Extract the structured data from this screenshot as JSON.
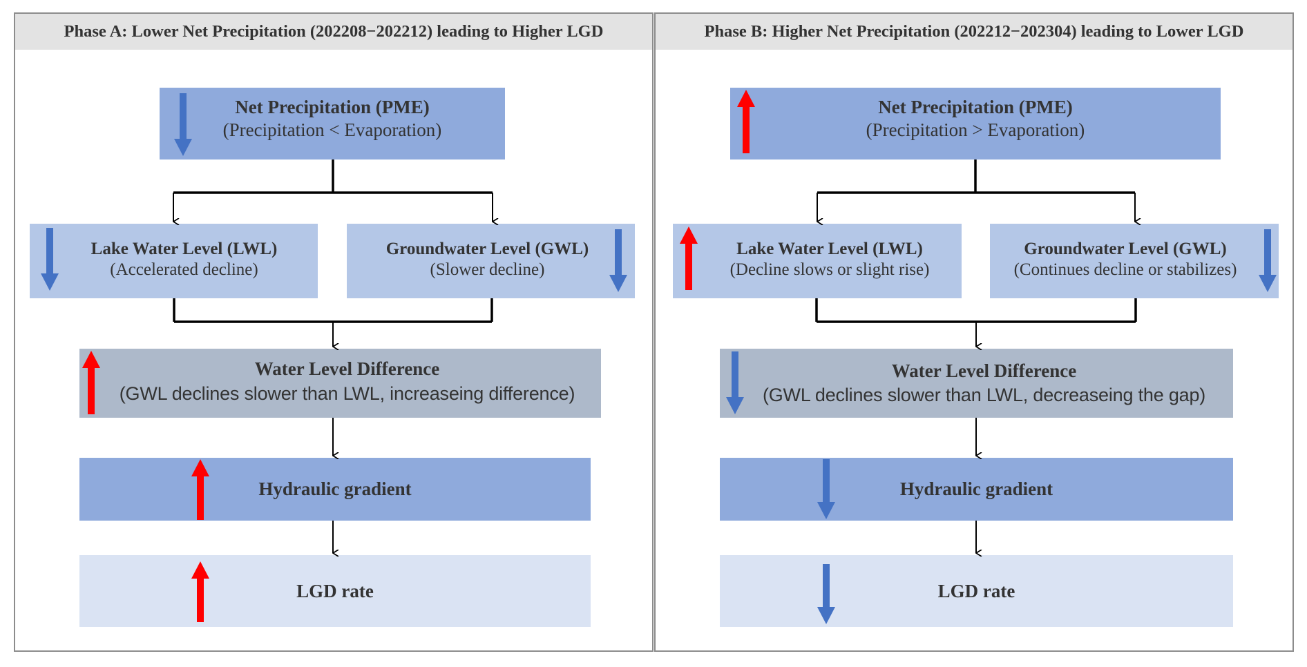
{
  "colors": {
    "pme_box": "#8faadc",
    "level_box": "#b4c7e7",
    "difference_box": "#adb9ca",
    "gradient_box": "#8faadc",
    "lgd_box": "#dae3f3",
    "up_arrow": "#ff0000",
    "down_arrow": "#4472c4",
    "title_bar": "#e3e3e3"
  },
  "phase_a": {
    "title": "Phase A: Lower Net Precipitation (202208−202212) leading to Higher LGD",
    "pme": {
      "title": "Net Precipitation (PME)",
      "subtitle": "(Precipitation <  Evaporation)",
      "trend": "down"
    },
    "lwl": {
      "title": "Lake Water Level (LWL)",
      "subtitle": "(Accelerated decline)",
      "trend": "down"
    },
    "gwl": {
      "title": "Groundwater Level (GWL)",
      "subtitle": "(Slower decline)",
      "trend": "down"
    },
    "difference": {
      "title": "Water Level Difference",
      "subtitle": "(GWL declines slower than LWL, increaseing difference)",
      "trend": "up"
    },
    "gradient": {
      "title": "Hydraulic gradient",
      "trend": "up"
    },
    "lgd": {
      "title": "LGD rate",
      "trend": "up"
    }
  },
  "phase_b": {
    "title": "Phase B: Higher Net Precipitation (202212−202304) leading to Lower LGD",
    "pme": {
      "title": "Net Precipitation (PME)",
      "subtitle": "(Precipitation >  Evaporation)",
      "trend": "up"
    },
    "lwl": {
      "title": "Lake Water Level (LWL)",
      "subtitle": "(Decline slows or slight rise)",
      "trend": "up"
    },
    "gwl": {
      "title": "Groundwater Level (GWL)",
      "subtitle": "(Continues decline or stabilizes)",
      "trend": "down"
    },
    "difference": {
      "title": "Water Level Difference",
      "subtitle": "(GWL declines slower than LWL, decreaseing the gap)",
      "trend": "down"
    },
    "gradient": {
      "title": "Hydraulic gradient",
      "trend": "down"
    },
    "lgd": {
      "title": "LGD rate",
      "trend": "down"
    }
  }
}
